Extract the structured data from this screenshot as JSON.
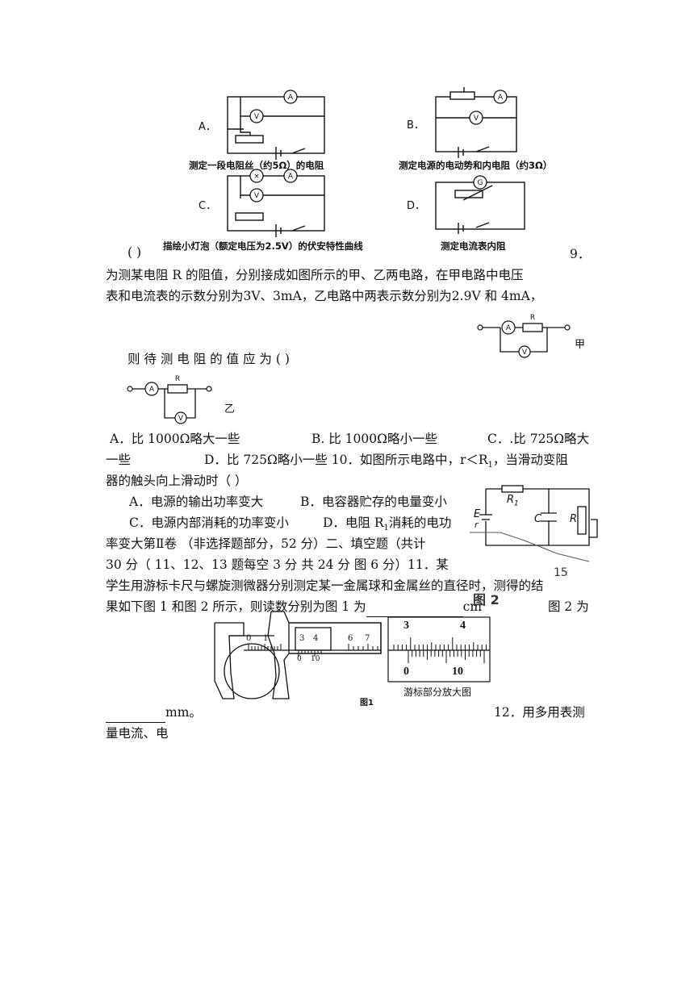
{
  "options8": {
    "a_label": "A．",
    "a_caption": "测定一段电阻丝（约5Ω）的电阻",
    "b_label": "B．",
    "b_caption": "测定电源的电动势和内电阻（约3Ω）",
    "c_label": "C．",
    "c_caption": "描绘小灯泡（额定电压为2.5V）的伏安特性曲线",
    "d_label": "D．",
    "d_caption": "测定电流表内阻"
  },
  "q8_bracket": "(      )",
  "q9": {
    "number": "9．",
    "line1": "为测某电阻 R 的阻值，分别接成如图所示的甲、乙两电路，在甲电路中电压",
    "line2": "表和电流表的示数分别为3V、3mA，乙电路中两表示数分别为2.9V 和 4mA，",
    "line3": "则 待 测 电 阻 的 值 应 为 (                  )",
    "fig_jia": "甲",
    "fig_yi": "乙",
    "opt_line1_a": "A．比 1000Ω略大一些",
    "opt_line1_b": "B.   比 1000Ω略小一些",
    "opt_line1_c": "C．.比 725Ω略大",
    "opt_line2_a": "一些",
    "opt_line2_d": "D．比 725Ω略小一些 10．如图所示电路中，r＜R",
    "opt_line2_tail": "，当滑动变阻"
  },
  "q10": {
    "line3": "器的触头向上滑动时（    ）",
    "opt_a": "A．电源的输出功率变大",
    "opt_b": "B．电容器贮存的电量变小",
    "opt_c": "C．电源内部消耗的功率变小",
    "opt_d": "D．电阻 R",
    "opt_d_tail": "消耗的电功",
    "line_sec": "率变大第Ⅱ卷  （非选择题部分，52 分）二、填空题（共计",
    "line_sec2": "30 分（   11、12、13 题每空 3 分  共 24 分    图 6 分）11．某",
    "sub1": "1",
    "sub2": "1",
    "fig_E": "E",
    "fig_r": "r",
    "fig_R1": "R",
    "fig_R1_sub": "1",
    "fig_C": "C",
    "fig_R": "R"
  },
  "q11": {
    "line1": "学生用游标卡尺与螺旋测微器分别测定某一金属球和金属丝的直径时，测得的结",
    "line2_a": "果如下图 1 和图 2 所示，则读数分别为图 1 为",
    "line2_unit": "cm",
    "line2_b": "图 2 为",
    "fig1_caption": "图1",
    "magnify_caption": "游标部分放大图",
    "fig2_caption": "图 2",
    "main_3": "3",
    "main_4": "4",
    "vern_0": "0",
    "vern_10": "10",
    "caliper_0": "0",
    "caliper_1": "1",
    "caliper_3": "3",
    "caliper_4": "4",
    "caliper_6": "6",
    "caliper_7": "7",
    "caliper_v0": "0",
    "caliper_v10": "10",
    "micro_15": "15"
  },
  "q12": {
    "unit": "mm。",
    "start": "12．用多用表测",
    "line2": "量电流、电"
  }
}
